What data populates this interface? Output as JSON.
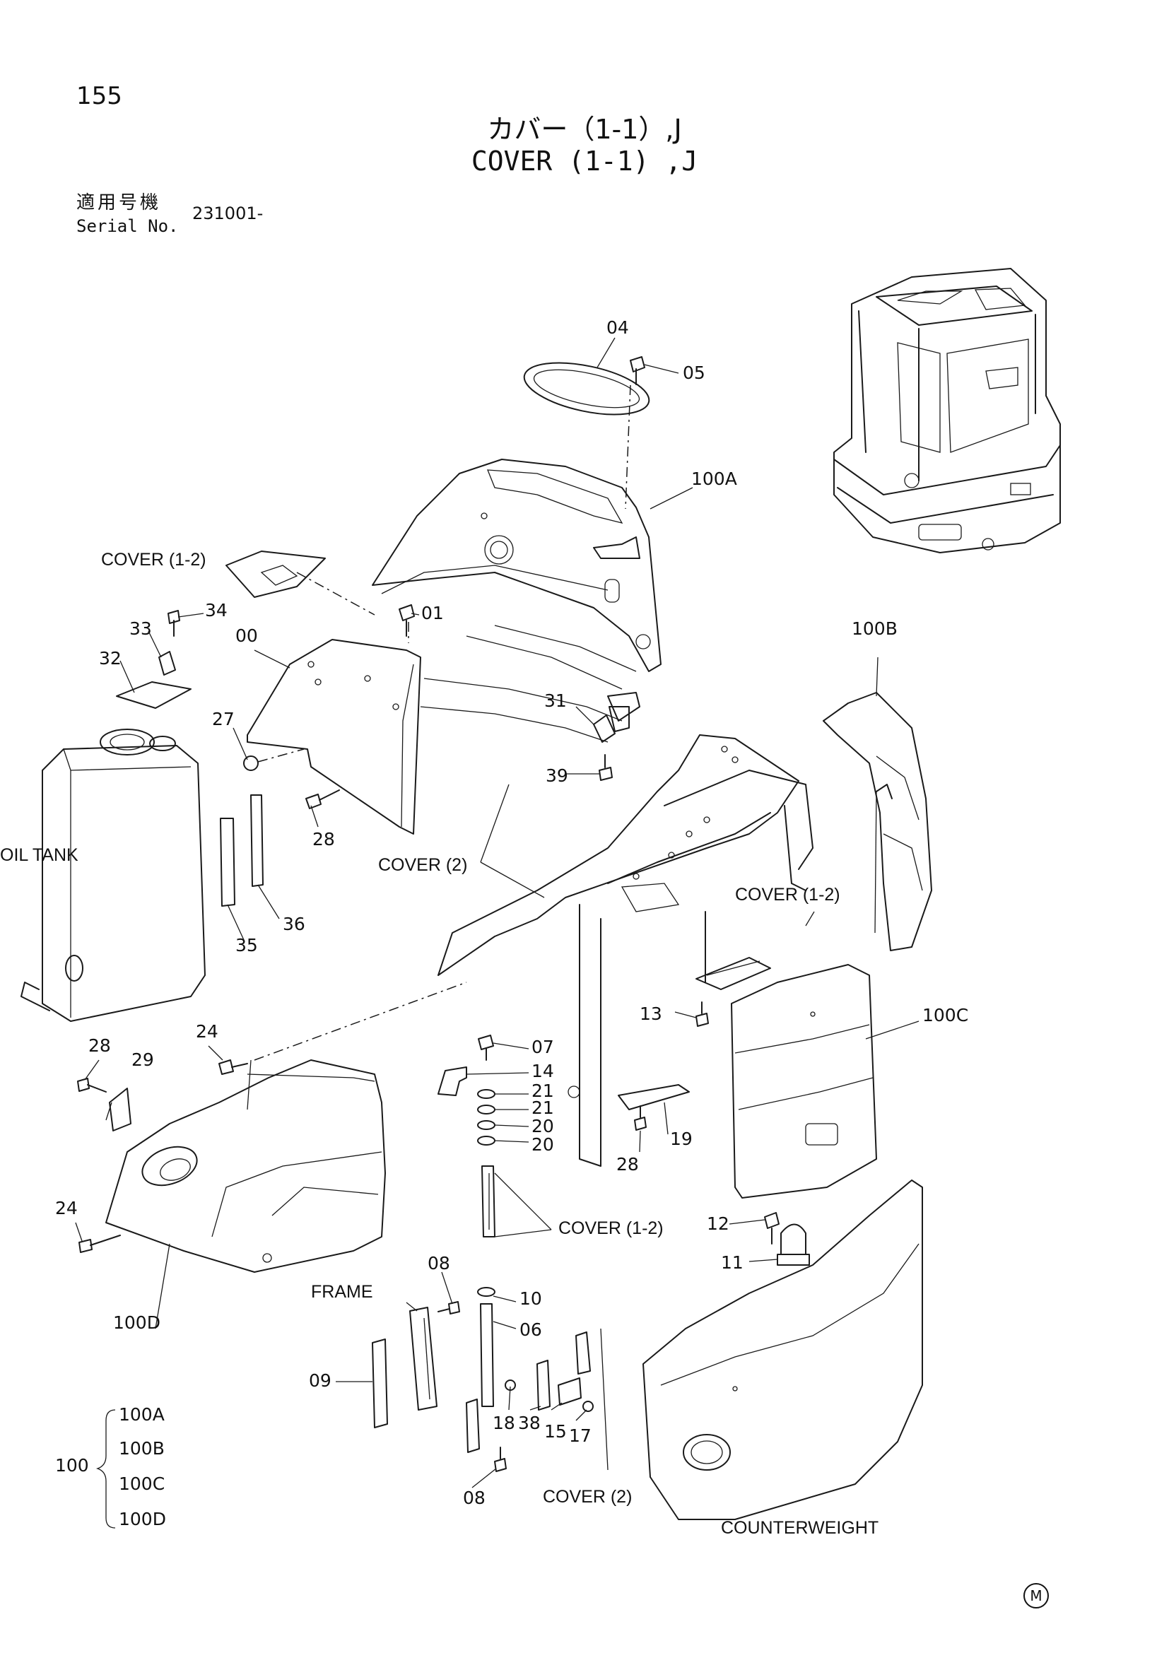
{
  "header": {
    "page_number": "155",
    "title_jp": "カバー（1-1）,J",
    "title_en": "COVER (1-1) ,J",
    "serial_label_jp": "適用号機",
    "serial_label_en": "Serial No.",
    "serial_value": "231001-"
  },
  "parts": {
    "p00": "00",
    "p01": "01",
    "p04": "04",
    "p05": "05",
    "p06": "06",
    "p07": "07",
    "p08a": "08",
    "p08b": "08",
    "p09": "09",
    "p10": "10",
    "p11": "11",
    "p12": "12",
    "p13": "13",
    "p14": "14",
    "p15": "15",
    "p17": "17",
    "p18": "18",
    "p19": "19",
    "p20a": "20",
    "p20b": "20",
    "p21a": "21",
    "p21b": "21",
    "p24a": "24",
    "p24b": "24",
    "p27": "27",
    "p28a": "28",
    "p28b": "28",
    "p28c": "28",
    "p29": "29",
    "p31": "31",
    "p32": "32",
    "p33": "33",
    "p34": "34",
    "p35": "35",
    "p36": "36",
    "p38": "38",
    "p39": "39",
    "p100A": "100A",
    "p100B": "100B",
    "p100C": "100C",
    "p100D": "100D"
  },
  "refs": {
    "cover12_a": "COVER (1-2)",
    "cover12_b": "COVER (1-2)",
    "cover12_c": "COVER (1-2)",
    "cover2_a": "COVER (2)",
    "cover2_b": "COVER (2)",
    "oil_tank": "OIL TANK",
    "frame": "FRAME",
    "counterweight": "COUNTERWEIGHT"
  },
  "group": {
    "parent": "100",
    "children": [
      "100A",
      "100B",
      "100C",
      "100D"
    ]
  },
  "mark": "M"
}
